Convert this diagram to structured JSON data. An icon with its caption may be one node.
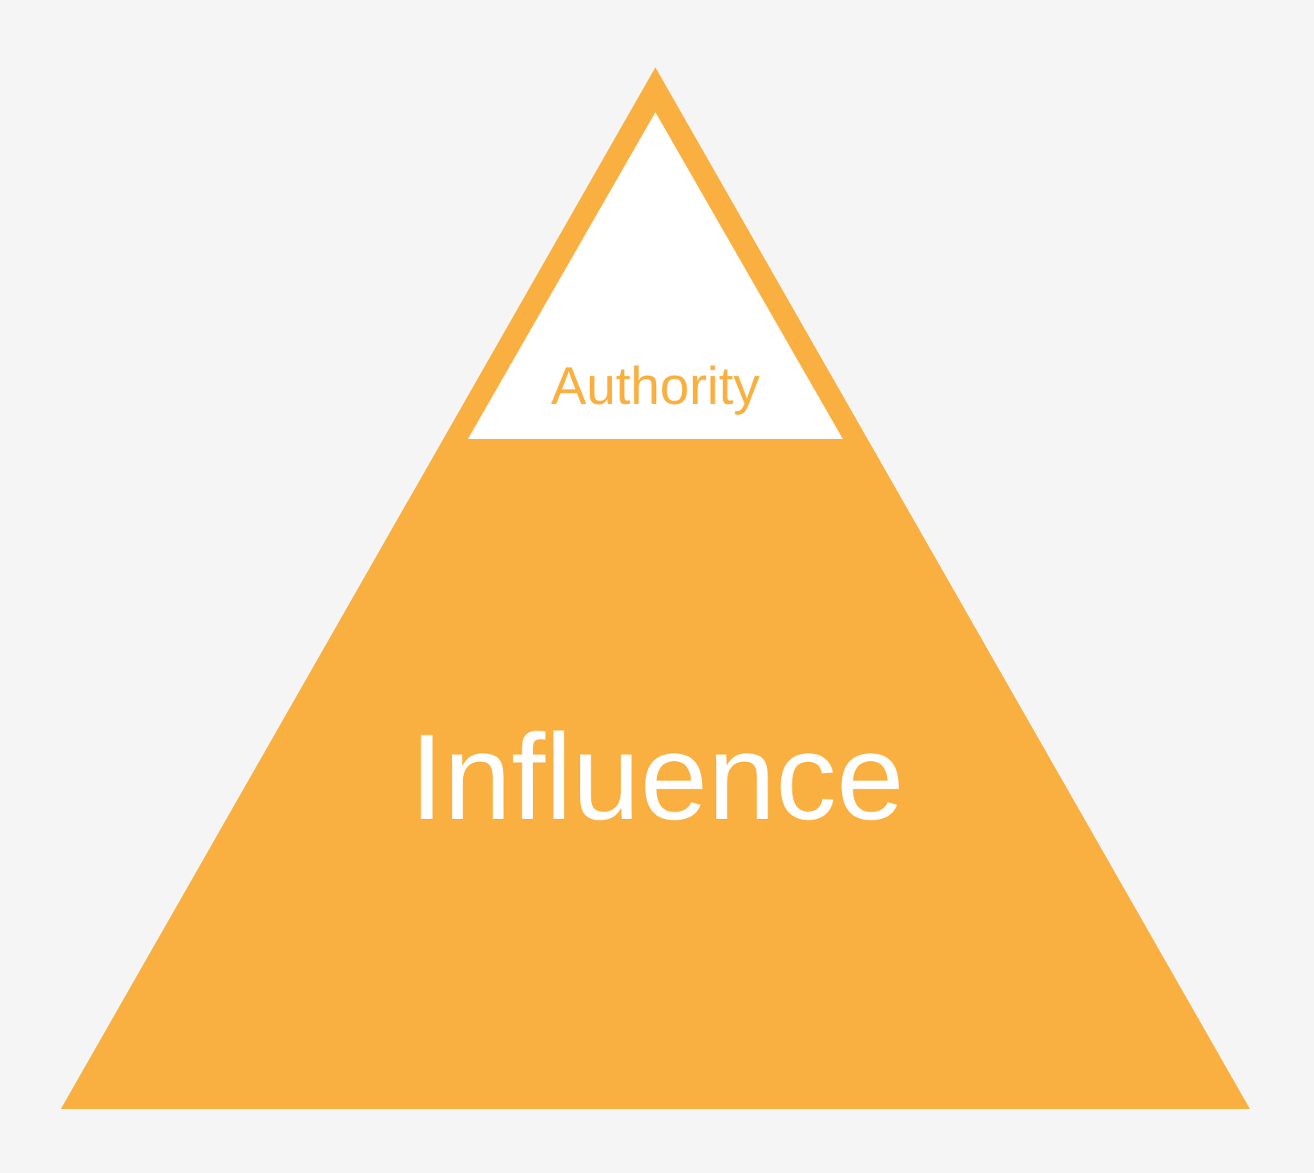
{
  "diagram": {
    "nodes": [
      {
        "text": [
          "Influence"
        ]
      },
      {
        "text": [
          "Authority"
        ],
        "in": 0
      }
    ]
  }
}
